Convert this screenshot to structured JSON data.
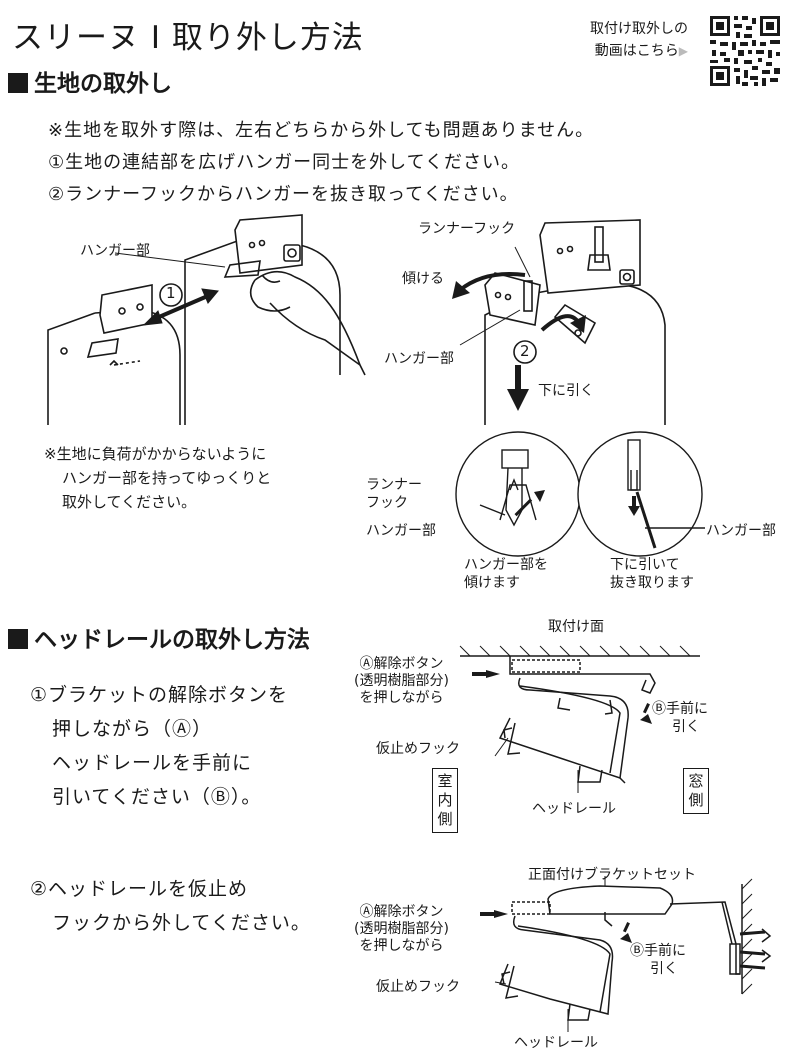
{
  "header": {
    "title": "スリーヌ I 取り外し方法",
    "qr_caption_line1": "取付け取外しの",
    "qr_caption_line2": "動画はこちら",
    "qr_arrow": "▶"
  },
  "section1": {
    "heading": "生地の取外し",
    "lines": [
      "※生地を取外す際は、左右どちらから外しても問題ありません。",
      "①生地の連結部を広げハンガー同士を外してください。",
      "②ランナーフックからハンガーを抜き取ってください。"
    ],
    "labels": {
      "hanger_left": "ハンガー部",
      "circle1": "1",
      "runner_hook": "ランナーフック",
      "tilt": "傾ける",
      "hanger_mid": "ハンガー部",
      "circle2": "2",
      "pull_down": "下に引く",
      "runner_hook_detail_line1": "ランナー",
      "runner_hook_detail_line2": "フック",
      "hanger_detail_left": "ハンガー部",
      "hanger_detail_right": "ハンガー部",
      "tilt_caption_line1": "ハンガー部を",
      "tilt_caption_line2": "傾けます",
      "pull_caption_line1": "下に引いて",
      "pull_caption_line2": "抜き取ります"
    },
    "note_lines": [
      "※生地に負荷がかからないように",
      "ハンガー部を持ってゆっくりと",
      "取外してください。"
    ]
  },
  "section2": {
    "heading": "ヘッドレールの取外し方法",
    "step1_lines": [
      "①ブラケットの解除ボタンを",
      "押しながら（Ⓐ）",
      "ヘッドレールを手前に",
      "引いてください（Ⓑ）。"
    ],
    "step2_lines": [
      "②ヘッドレールを仮止め",
      "フックから外してください。"
    ],
    "fig1": {
      "mount_surface": "取付け面",
      "release_line1": "Ⓐ解除ボタン",
      "release_line2": "(透明樹脂部分)",
      "release_line3": "を押しながら",
      "pull_line1": "Ⓑ手前に",
      "pull_line2": "引く",
      "temp_hook": "仮止めフック",
      "headrail": "ヘッドレール",
      "indoor": "室内側",
      "window": "窓側"
    },
    "fig2": {
      "bracket_set": "正面付けブラケットセット",
      "release_line1": "Ⓐ解除ボタン",
      "release_line2": "(透明樹脂部分)",
      "release_line3": "を押しながら",
      "pull_line1": "Ⓑ手前に",
      "pull_line2": "引く",
      "temp_hook": "仮止めフック",
      "headrail": "ヘッドレール"
    }
  }
}
